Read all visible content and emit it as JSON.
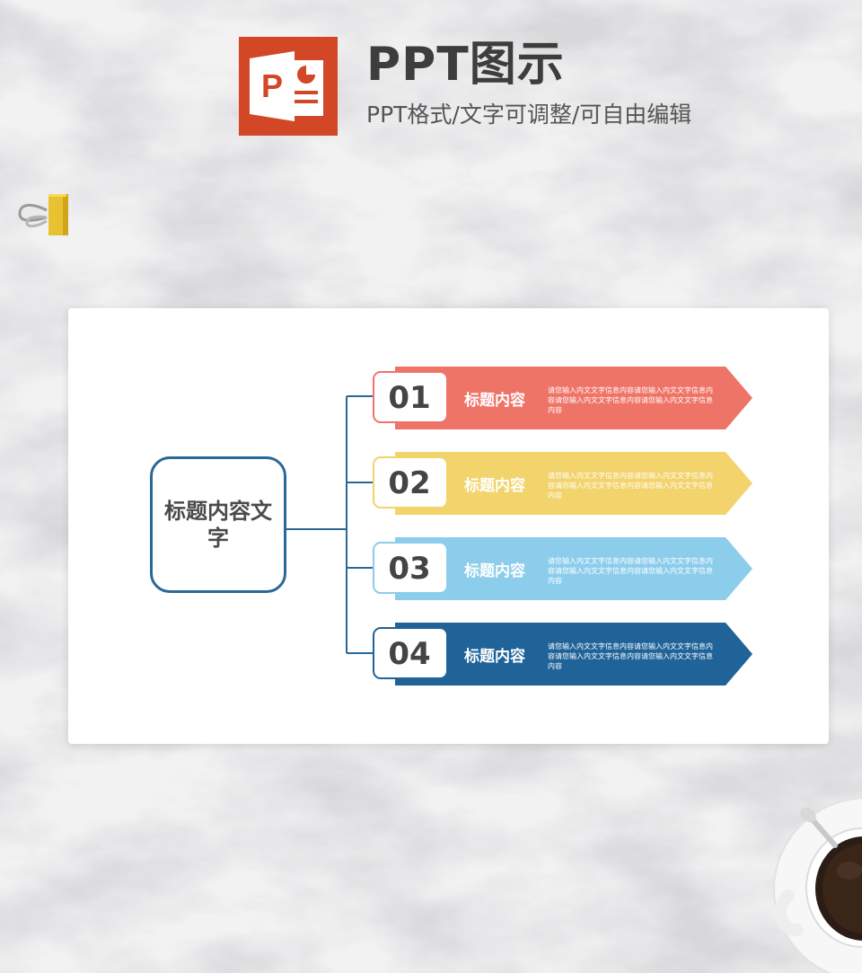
{
  "header": {
    "logo_icon": "powerpoint-icon",
    "title": "PPT图示",
    "subtitle": "PPT格式/文字可调整/可自由编辑"
  },
  "colors": {
    "brand": "#d24726",
    "outline": "#2a6898",
    "item1": "#ef7468",
    "item2": "#f2d36c",
    "item3": "#8ccdec",
    "item4": "#1f6398"
  },
  "diagram": {
    "center_label": "标题内容文字",
    "items": [
      {
        "number": "01",
        "title": "标题内容",
        "description": "请您输入内文文字信息内容请您输入内文文字信息内容请您输入内文文字信息内容请您输入内文文字信息内容",
        "color": "#ef7468"
      },
      {
        "number": "02",
        "title": "标题内容",
        "description": "请您输入内文文字信息内容请您输入内文文字信息内容请您输入内文文字信息内容请您输入内文文字信息内容",
        "color": "#f2d36c"
      },
      {
        "number": "03",
        "title": "标题内容",
        "description": "请您输入内文文字信息内容请您输入内文文字信息内容请您输入内文文字信息内容请您输入内文文字信息内容",
        "color": "#8ccdec"
      },
      {
        "number": "04",
        "title": "标题内容",
        "description": "请您输入内文文字信息内容请您输入内文文字信息内容请您输入内文文字信息内容请您输入内文文字信息内容",
        "color": "#1f6398"
      }
    ]
  },
  "decor": {
    "clip_icon": "binder-clip-icon",
    "cup_icon": "coffee-cup-icon"
  }
}
